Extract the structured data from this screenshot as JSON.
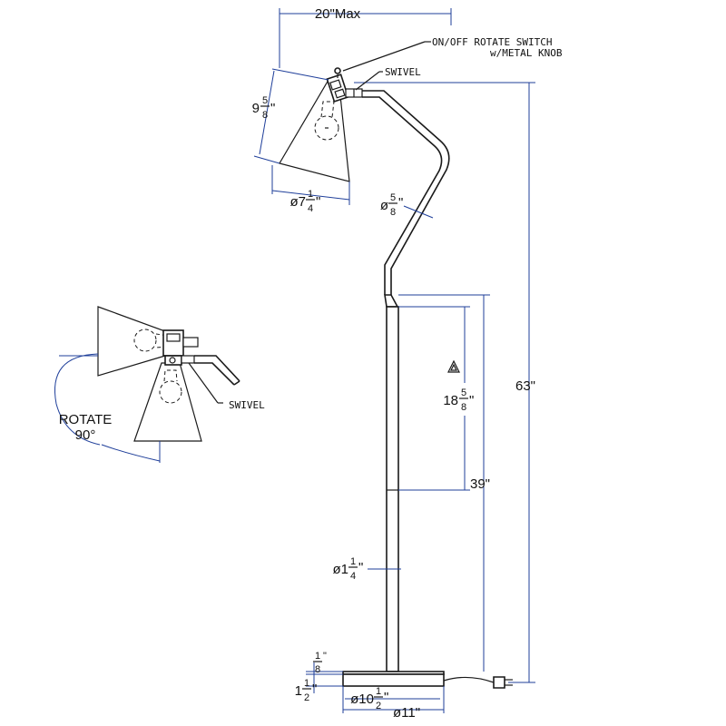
{
  "dimensions": {
    "max_reach": "20\"Max",
    "shade_height": {
      "whole": "9",
      "num": "5",
      "den": "8",
      "unit": "\""
    },
    "shade_diameter": {
      "prefix": "ø7",
      "num": "1",
      "den": "4",
      "unit": "\""
    },
    "arm_diameter": {
      "prefix": "ø",
      "num": "5",
      "den": "8",
      "unit": "\""
    },
    "overall_height": "63\"",
    "column_height": "39\"",
    "upper_section": {
      "whole": "18",
      "num": "5",
      "den": "8",
      "unit": "\""
    },
    "pole_diameter": {
      "prefix": "ø1",
      "num": "1",
      "den": "4",
      "unit": "\""
    },
    "base_top_thickness": {
      "num": "1",
      "den": "8",
      "unit": "\""
    },
    "base_height": {
      "whole": "1",
      "num": "1",
      "den": "2",
      "unit": "\""
    },
    "base_inner_diameter": {
      "prefix": "ø10",
      "num": "1",
      "den": "2",
      "unit": "\""
    },
    "base_outer_diameter": "ø11\""
  },
  "callouts": {
    "switch_line1": "ON/OFF ROTATE SWITCH",
    "switch_line2": "w/METAL KNOB",
    "swivel_top": "SWIVEL",
    "swivel_side": "SWIVEL",
    "rotate": "ROTATE",
    "rotate_angle": "90°"
  }
}
